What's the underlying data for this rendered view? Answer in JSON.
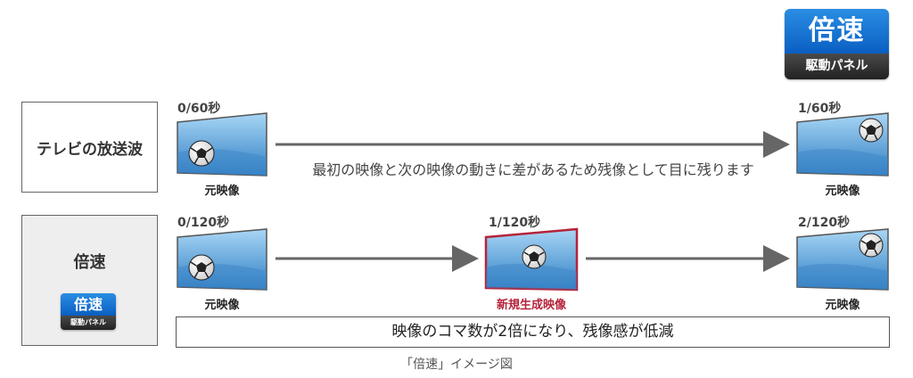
{
  "badge": {
    "top": "倍速",
    "bottom": "駆動パネル"
  },
  "rows": {
    "broadcast": {
      "label": "テレビの放送波",
      "frames": [
        {
          "time": "0/60秒",
          "caption": "元映像"
        },
        {
          "time": "1/60秒",
          "caption": "元映像"
        }
      ],
      "arrow_text": "最初の映像と次の映像の動きに差があるため残像として目に残ります"
    },
    "double_speed": {
      "label": "倍速",
      "frames": [
        {
          "time": "0/120秒",
          "caption": "元映像"
        },
        {
          "time": "1/120秒",
          "caption": "新規生成映像"
        },
        {
          "time": "2/120秒",
          "caption": "元映像"
        }
      ],
      "result_text": "映像のコマ数が2倍になり、残像感が低減"
    }
  },
  "figure_caption": "「倍速」イメージ図",
  "colors": {
    "badge_blue": "#0a5fc2",
    "badge_dark": "#2b2b2b",
    "highlight_red": "#b5233a",
    "arrow_gray": "#666666",
    "sky_blue": "#3f8fd0"
  }
}
